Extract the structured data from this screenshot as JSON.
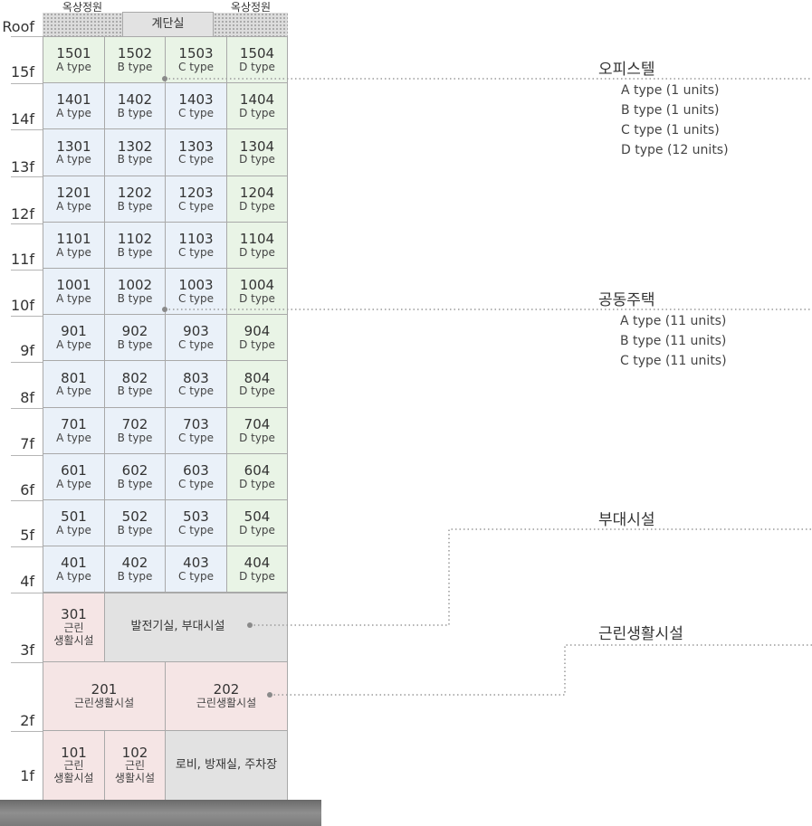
{
  "roof": {
    "label": "Roof",
    "garden_left": "옥상정원",
    "garden_right": "옥상정원",
    "stair": "계단실"
  },
  "floors": [
    "15f",
    "14f",
    "13f",
    "12f",
    "11f",
    "10f",
    "9f",
    "8f",
    "7f",
    "6f",
    "5f",
    "4f",
    "3f",
    "2f",
    "1f"
  ],
  "units": {
    "f15": [
      {
        "num": "1501",
        "type": "A type"
      },
      {
        "num": "1502",
        "type": "B type"
      },
      {
        "num": "1503",
        "type": "C type"
      },
      {
        "num": "1504",
        "type": "D type"
      }
    ],
    "f14": [
      {
        "num": "1401",
        "type": "A type"
      },
      {
        "num": "1402",
        "type": "B type"
      },
      {
        "num": "1403",
        "type": "C type"
      },
      {
        "num": "1404",
        "type": "D type"
      }
    ],
    "f13": [
      {
        "num": "1301",
        "type": "A type"
      },
      {
        "num": "1302",
        "type": "B type"
      },
      {
        "num": "1303",
        "type": "C type"
      },
      {
        "num": "1304",
        "type": "D type"
      }
    ],
    "f12": [
      {
        "num": "1201",
        "type": "A type"
      },
      {
        "num": "1202",
        "type": "B type"
      },
      {
        "num": "1203",
        "type": "C type"
      },
      {
        "num": "1204",
        "type": "D type"
      }
    ],
    "f11": [
      {
        "num": "1101",
        "type": "A type"
      },
      {
        "num": "1102",
        "type": "B type"
      },
      {
        "num": "1103",
        "type": "C type"
      },
      {
        "num": "1104",
        "type": "D type"
      }
    ],
    "f10": [
      {
        "num": "1001",
        "type": "A type"
      },
      {
        "num": "1002",
        "type": "B type"
      },
      {
        "num": "1003",
        "type": "C type"
      },
      {
        "num": "1004",
        "type": "D type"
      }
    ],
    "f9": [
      {
        "num": "901",
        "type": "A type"
      },
      {
        "num": "902",
        "type": "B type"
      },
      {
        "num": "903",
        "type": "C type"
      },
      {
        "num": "904",
        "type": "D type"
      }
    ],
    "f8": [
      {
        "num": "801",
        "type": "A type"
      },
      {
        "num": "802",
        "type": "B type"
      },
      {
        "num": "803",
        "type": "C type"
      },
      {
        "num": "804",
        "type": "D type"
      }
    ],
    "f7": [
      {
        "num": "701",
        "type": "A type"
      },
      {
        "num": "702",
        "type": "B type"
      },
      {
        "num": "703",
        "type": "C type"
      },
      {
        "num": "704",
        "type": "D type"
      }
    ],
    "f6": [
      {
        "num": "601",
        "type": "A type"
      },
      {
        "num": "602",
        "type": "B type"
      },
      {
        "num": "603",
        "type": "C type"
      },
      {
        "num": "604",
        "type": "D type"
      }
    ],
    "f5": [
      {
        "num": "501",
        "type": "A type"
      },
      {
        "num": "502",
        "type": "B type"
      },
      {
        "num": "503",
        "type": "C type"
      },
      {
        "num": "504",
        "type": "D type"
      }
    ],
    "f4": [
      {
        "num": "401",
        "type": "A type"
      },
      {
        "num": "402",
        "type": "B type"
      },
      {
        "num": "403",
        "type": "C type"
      },
      {
        "num": "404",
        "type": "D type"
      }
    ]
  },
  "lower": {
    "u301": {
      "num": "301",
      "line1": "근린",
      "line2": "생활시설"
    },
    "f3_facility": "발전기실, 부대시설",
    "u201": {
      "num": "201",
      "desc": "근린생활시설"
    },
    "u202": {
      "num": "202",
      "desc": "근린생활시설"
    },
    "u101": {
      "num": "101",
      "line1": "근린",
      "line2": "생활시설"
    },
    "u102": {
      "num": "102",
      "line1": "근린",
      "line2": "생활시설"
    },
    "f1_facility": "로비, 방재실, 주차장"
  },
  "legend": {
    "officetel": {
      "title": "오피스텔",
      "items": [
        "A type (1 units)",
        "B type (1 units)",
        "C type (1 units)",
        "D type (12 units)"
      ]
    },
    "apartment": {
      "title": "공동주택",
      "items": [
        "A type (11 units)",
        "B type (11 units)",
        "C type (11 units)"
      ]
    },
    "ancillary": {
      "title": "부대시설"
    },
    "neighborhood": {
      "title": "근린생활시설"
    }
  },
  "colors": {
    "residential_blue": "#eaf1f9",
    "residential_green": "#e9f4e6",
    "commercial_pink": "#f5e5e5",
    "facility_gray": "#e2e2e2"
  }
}
